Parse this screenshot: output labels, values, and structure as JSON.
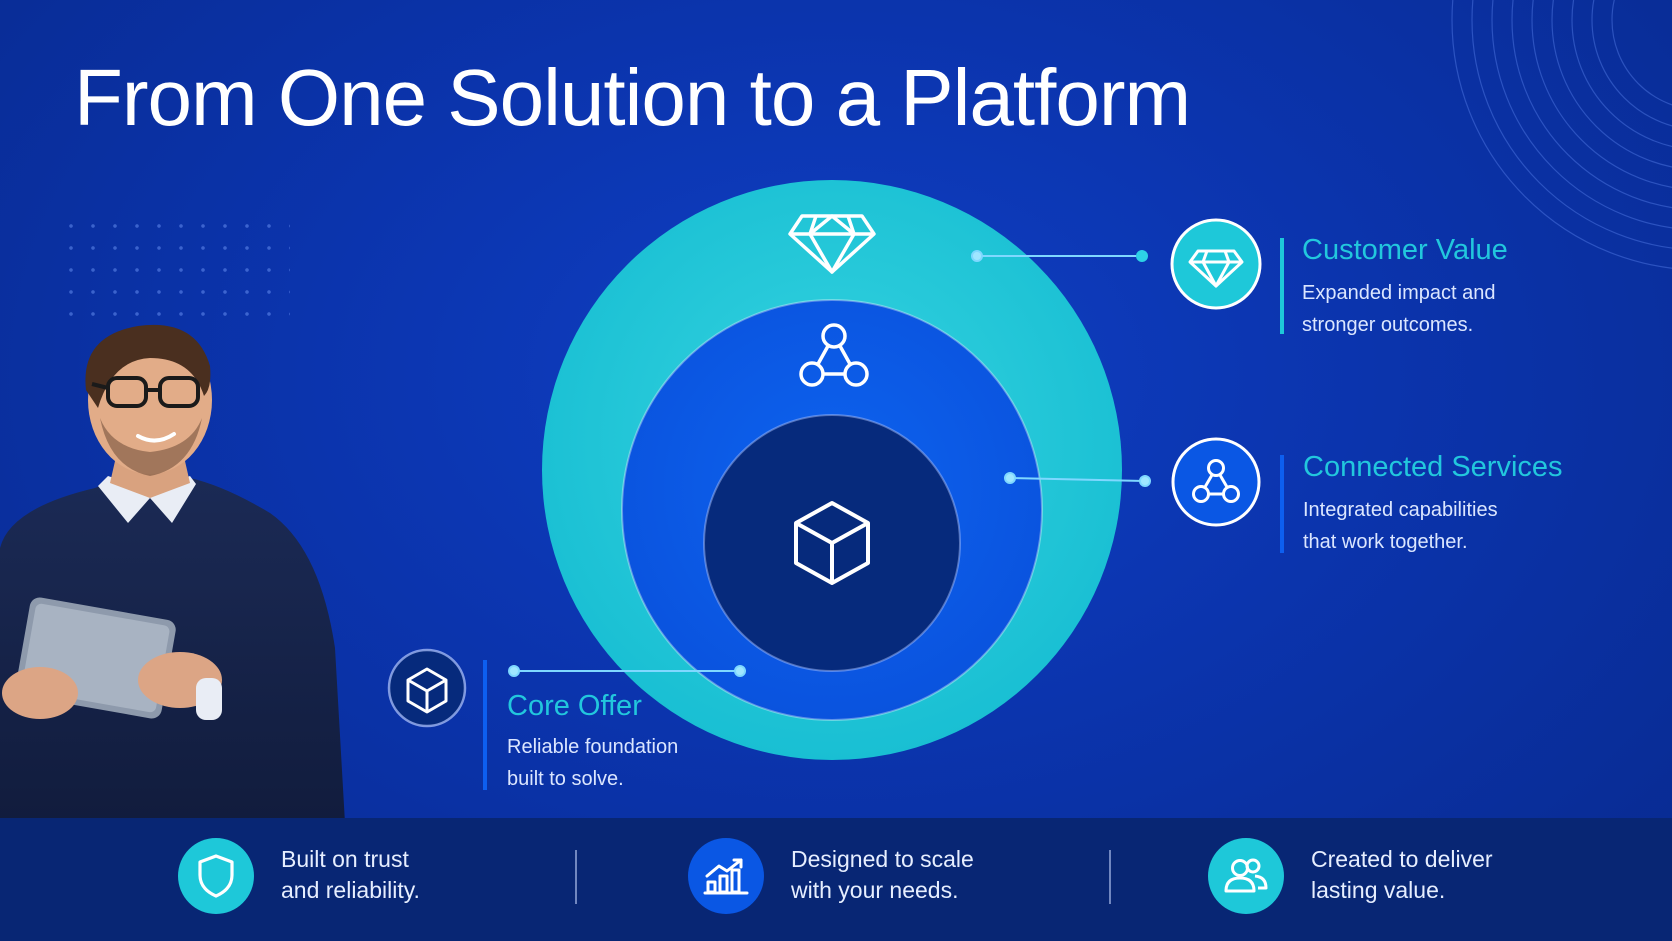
{
  "title": "From One Solution to a Platform",
  "colors": {
    "background": "#0b34ad",
    "outer_ring": "#1ec8d9",
    "middle_ring": "#0a5ae6",
    "inner_core": "#062a7c",
    "accent_text": "#22c7dd",
    "footer": "#082674"
  },
  "layers": [
    {
      "id": "customer-value",
      "title": "Customer Value",
      "desc_line1": "Expanded impact and",
      "desc_line2": "stronger outcomes.",
      "icon": "diamond-icon"
    },
    {
      "id": "connected-services",
      "title": "Connected Services",
      "desc_line1": "Integrated capabilities",
      "desc_line2": "that work together.",
      "icon": "network-icon"
    },
    {
      "id": "core-offer",
      "title": "Core Offer",
      "desc_line1": "Reliable foundation",
      "desc_line2": "built to solve.",
      "icon": "cube-icon"
    }
  ],
  "footer": [
    {
      "line1": "Built on trust",
      "line2": "and reliability.",
      "icon": "shield-icon"
    },
    {
      "line1": "Designed to scale",
      "line2": "with your needs.",
      "icon": "growth-chart-icon"
    },
    {
      "line1": "Created to deliver",
      "line2": "lasting value.",
      "icon": "users-icon"
    }
  ]
}
